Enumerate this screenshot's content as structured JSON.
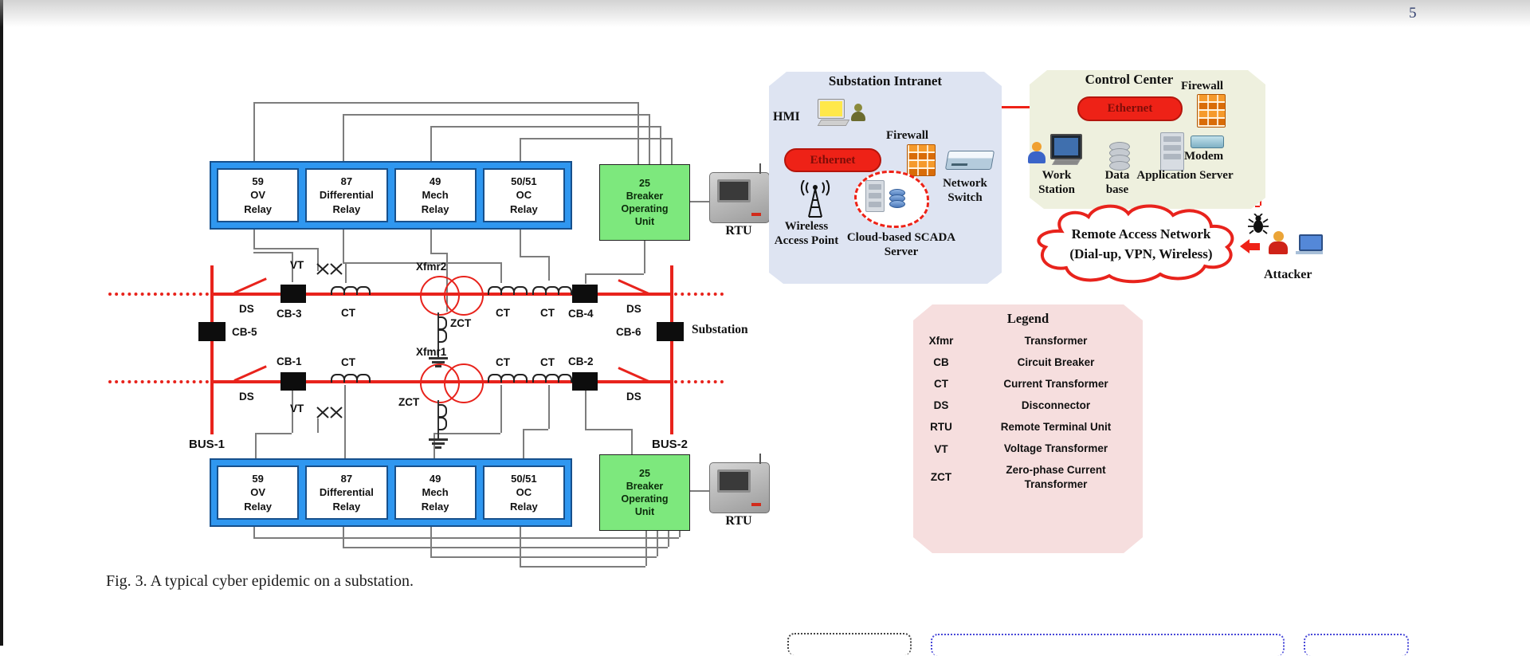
{
  "page": {
    "number": "5",
    "caption": "Fig. 3. A typical cyber epidemic on a substation."
  },
  "diagram": {
    "relay_units": [
      {
        "code": "59",
        "kind": "OV",
        "word": "Relay"
      },
      {
        "code": "87",
        "kind": "Differential",
        "word": "Relay"
      },
      {
        "code": "49",
        "kind": "Mech",
        "word": "Relay"
      },
      {
        "code": "50/51",
        "kind": "OC",
        "word": "Relay"
      }
    ],
    "breaker_unit": {
      "code": "25",
      "l1": "Breaker",
      "l2": "Operating",
      "l3": "Unit"
    },
    "rtu": "RTU",
    "labels": {
      "ds": "DS",
      "ct": "CT",
      "vt": "VT",
      "zct": "ZCT",
      "xfmr1": "Xfmr1",
      "xfmr2": "Xfmr2",
      "cb1": "CB-1",
      "cb2": "CB-2",
      "cb3": "CB-3",
      "cb4": "CB-4",
      "cb5": "CB-5",
      "cb6": "CB-6",
      "bus1": "BUS-1",
      "bus2": "BUS-2",
      "substation": "Substation"
    }
  },
  "substation_intranet": {
    "title": "Substation Intranet",
    "hmi": "HMI",
    "ethernet": "Ethernet",
    "firewall": "Firewall",
    "network_switch": "Network Switch",
    "wireless_access_point": "Wireless Access Point",
    "scada_server": "Cloud-based SCADA Server"
  },
  "control_center": {
    "title": "Control Center",
    "ethernet": "Ethernet",
    "firewall": "Firewall",
    "work_station": "Work Station",
    "database": "Data base",
    "application_server": "Application Server",
    "modem": "Modem"
  },
  "remote_access": {
    "line1": "Remote Access Network",
    "line2": "(Dial-up, VPN, Wireless)",
    "attacker": "Attacker"
  },
  "legend": {
    "title": "Legend",
    "entries": [
      [
        "Xfmr",
        "Transformer"
      ],
      [
        "CB",
        "Circuit Breaker"
      ],
      [
        "CT",
        "Current Transformer"
      ],
      [
        "DS",
        "Disconnector"
      ],
      [
        "RTU",
        "Remote Terminal Unit"
      ],
      [
        "VT",
        "Voltage Transformer"
      ],
      [
        "ZCT",
        "Zero-phase Current Transformer"
      ]
    ]
  },
  "colors": {
    "bus_red": "#e8231c",
    "wire_gray": "#7d7d7d",
    "relay_blue": "#2f97f0",
    "breaker_green": "#7de87d",
    "intranet_bg": "#dee4f2",
    "control_bg": "#eef0de",
    "legend_bg": "#f6dede",
    "ethernet_red": "#ee2217"
  }
}
